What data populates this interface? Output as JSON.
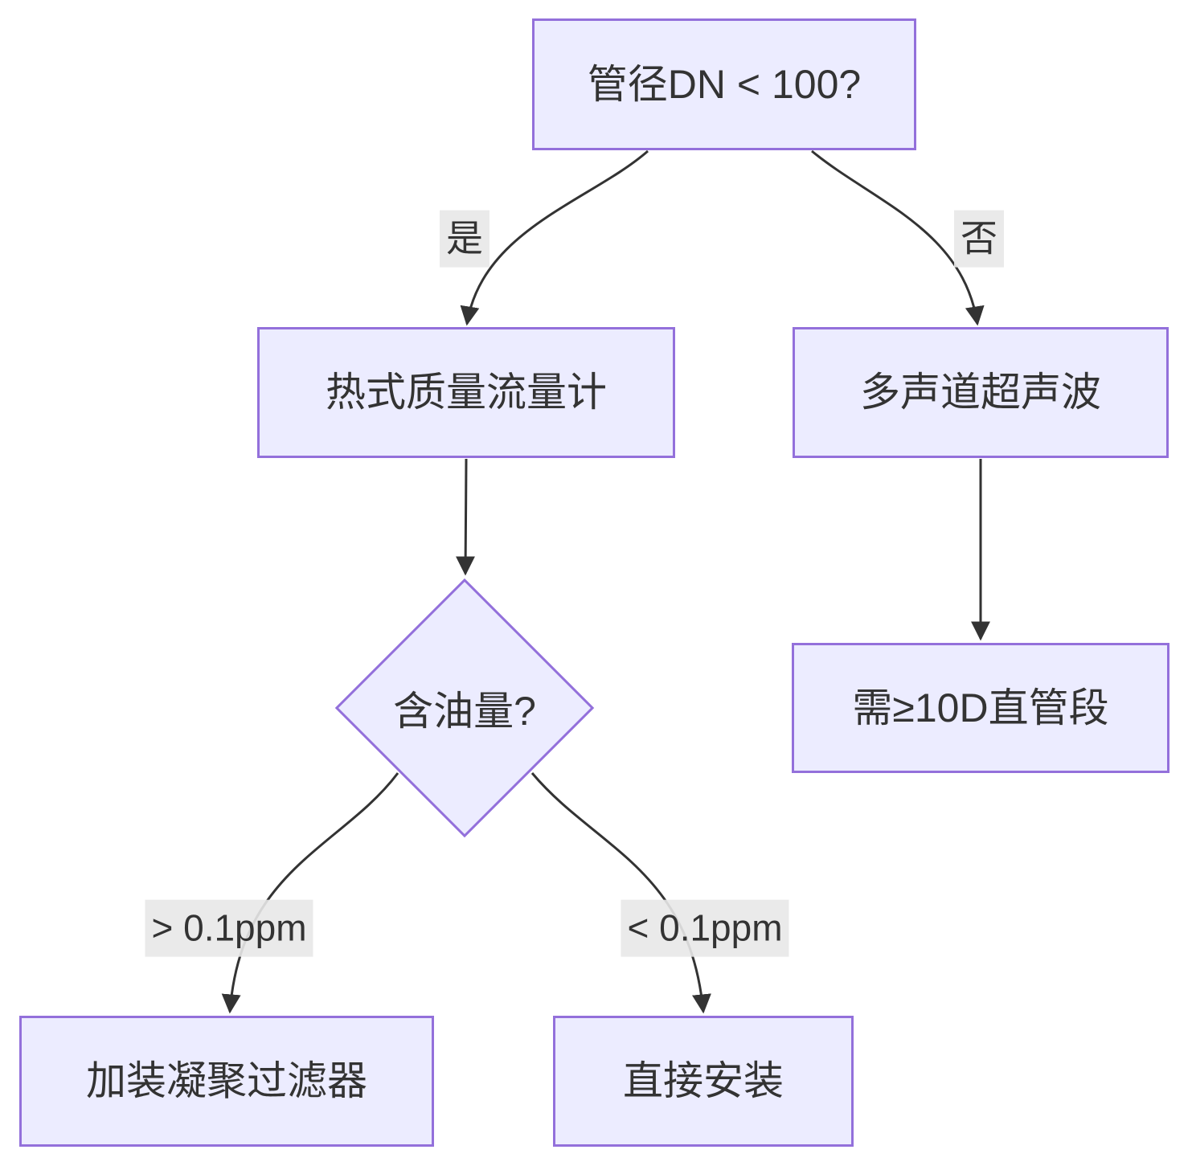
{
  "diagram": {
    "type": "flowchart",
    "direction": "top-down",
    "nodes": [
      {
        "id": "A",
        "shape": "rectangle",
        "label": "管径DN < 100?"
      },
      {
        "id": "B",
        "shape": "rectangle",
        "label": "热式质量流量计"
      },
      {
        "id": "C",
        "shape": "rectangle",
        "label": "多声道超声波"
      },
      {
        "id": "D",
        "shape": "diamond",
        "label": "含油量?"
      },
      {
        "id": "E",
        "shape": "rectangle",
        "label": "需≥10D直管段"
      },
      {
        "id": "F",
        "shape": "rectangle",
        "label": "加装凝聚过滤器"
      },
      {
        "id": "G",
        "shape": "rectangle",
        "label": "直接安装"
      }
    ],
    "edges": [
      {
        "from": "A",
        "to": "B",
        "label": "是"
      },
      {
        "from": "A",
        "to": "C",
        "label": "否"
      },
      {
        "from": "B",
        "to": "D",
        "label": ""
      },
      {
        "from": "C",
        "to": "E",
        "label": ""
      },
      {
        "from": "D",
        "to": "F",
        "label": "> 0.1ppm"
      },
      {
        "from": "D",
        "to": "G",
        "label": "< 0.1ppm"
      }
    ],
    "colors": {
      "node_fill": "#ECECFF",
      "node_border": "#9370DB",
      "edge": "#333333",
      "edge_label_bg": "#e8e8e8",
      "text": "#333333",
      "canvas_bg": "#ffffff"
    }
  }
}
